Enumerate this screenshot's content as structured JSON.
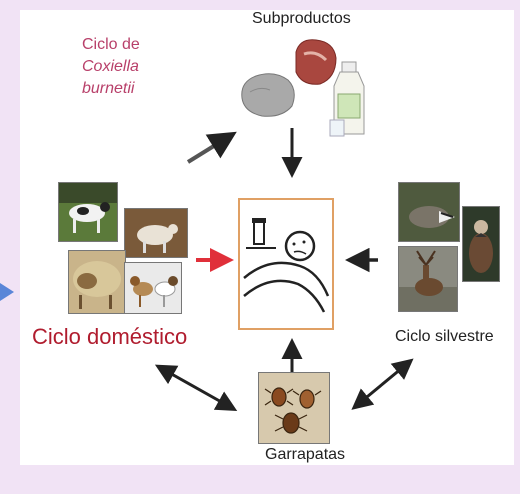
{
  "diagram": {
    "title": {
      "line1": "Ciclo de",
      "line2": "Coxiella",
      "line3": "burnetii"
    },
    "labels": {
      "subproductos": "Subproductos",
      "domestic": "Ciclo doméstico",
      "wild": "Ciclo silvestre",
      "ticks": "Garrapatas"
    },
    "colors": {
      "title": "#b8406a",
      "domestic_label": "#b01c2e",
      "arrow": "#222222",
      "red_arrow": "#e0303a",
      "box_border": "#e0a064",
      "frame": "#f1e3f5",
      "pointer": "#5a86d8"
    },
    "illustrations": {
      "center": "sick-person-in-bed-with-medicine",
      "byproducts": [
        "rock-or-cheese",
        "raw-meat",
        "milk-bottle-and-glass"
      ],
      "domestic_animals": [
        "cow",
        "sheep",
        "goats",
        "dogs"
      ],
      "wild_animals": [
        "badger",
        "vulture",
        "deer"
      ],
      "ticks": "ticks"
    }
  }
}
